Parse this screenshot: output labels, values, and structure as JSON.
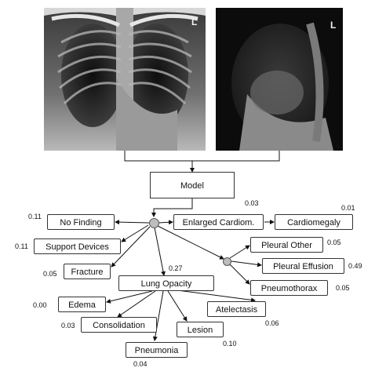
{
  "model": {
    "label": "Model"
  },
  "images": {
    "frontal_marker": "L",
    "lateral_marker": "L"
  },
  "findings": {
    "no_finding": {
      "label": "No Finding",
      "score": "0.11"
    },
    "enlarged_cardiom": {
      "label": "Enlarged Cardiom.",
      "score": "0.03"
    },
    "cardiomegaly": {
      "label": "Cardiomegaly",
      "score": "0.01"
    },
    "support_devices": {
      "label": "Support Devices",
      "score": "0.11"
    },
    "pleural_other": {
      "label": "Pleural Other",
      "score": "0.05"
    },
    "fracture": {
      "label": "Fracture",
      "score": "0.05"
    },
    "pleural_effusion": {
      "label": "Pleural Effusion",
      "score": "0.49"
    },
    "lung_opacity": {
      "label": "Lung Opacity",
      "score": "0.27"
    },
    "pneumothorax": {
      "label": "Pneumothorax",
      "score": "0.05"
    },
    "edema": {
      "label": "Edema",
      "score": "0.00"
    },
    "atelectasis": {
      "label": "Atelectasis",
      "score": "0.06"
    },
    "consolidation": {
      "label": "Consolidation",
      "score": "0.03"
    },
    "lesion": {
      "label": "Lesion",
      "score": "0.10"
    },
    "pneumonia": {
      "label": "Pneumonia",
      "score": "0.04"
    }
  },
  "colors": {
    "node_border": "#333333",
    "hub_fill": "#bdbdbd",
    "text": "#111111"
  }
}
